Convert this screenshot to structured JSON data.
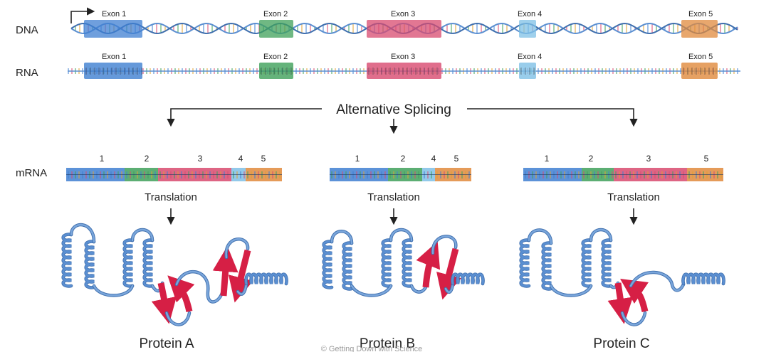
{
  "rows": {
    "dna": "DNA",
    "rna": "RNA",
    "mrna": "mRNA"
  },
  "exons": [
    {
      "label": "Exon  1",
      "color": "#3f7fd1"
    },
    {
      "label": "Exon 2",
      "color": "#3fa05a"
    },
    {
      "label": "Exon  3",
      "color": "#d84a6f"
    },
    {
      "label": "Exon 4",
      "color": "#7fc0e6"
    },
    {
      "label": "Exon 5",
      "color": "#e08a3c"
    }
  ],
  "splicing_label": "Alternative Splicing",
  "translation_label": "Translation",
  "mrna_variants": [
    {
      "exons": [
        "1",
        "2",
        "3",
        "4",
        "5"
      ],
      "protein": "Protein A"
    },
    {
      "exons": [
        "1",
        "2",
        "4",
        "5"
      ],
      "protein": "Protein B"
    },
    {
      "exons": [
        "1",
        "2",
        "3",
        "5"
      ],
      "protein": "Protein C"
    }
  ],
  "watermark": "© Getting Down with Science",
  "colors": {
    "helix": "#5b8fd1",
    "sheet": "#d61f45",
    "backbone": "#7aa6db"
  }
}
